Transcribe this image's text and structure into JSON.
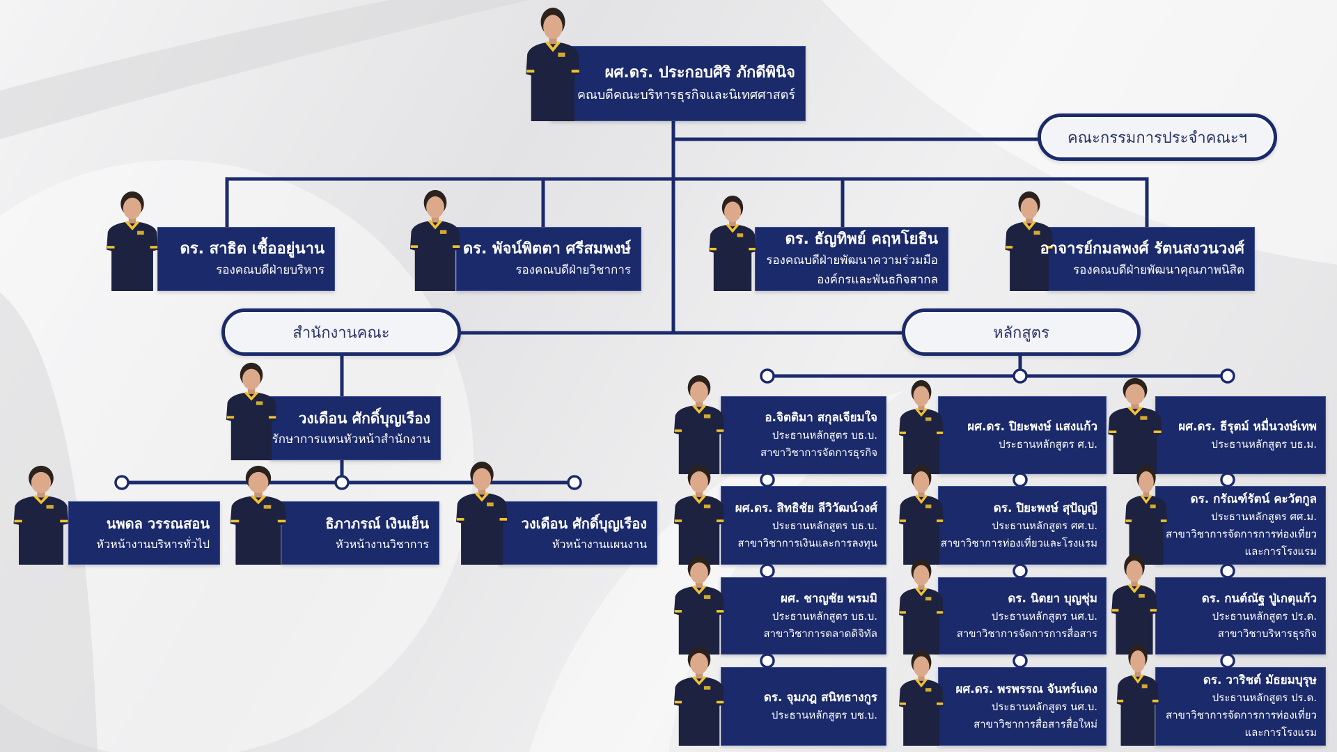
{
  "dean": {
    "name": "ผศ.ดร. ประกอบศิริ ภักดีพินิจ",
    "title": "คณบดีคณะบริหารธุรกิจและนิเทศศาสตร์"
  },
  "committee": {
    "label": "คณะกรรมการประจำคณะฯ"
  },
  "deputies": [
    {
      "name": "ดร. สาธิต เชื้ออยู่นาน",
      "lines": [
        "รองคณบดีฝ่ายบริหาร"
      ]
    },
    {
      "name": "ดร. พัจน์พิตตา ศรีสมพงษ์",
      "lines": [
        "รองคณบดีฝ่ายวิชาการ"
      ]
    },
    {
      "name": "ดร. ธัญทิพย์ คฤหโยธิน",
      "lines": [
        "รองคณบดีฝ่ายพัฒนาความร่วมมือ",
        "องค์กรและพันธกิจสากล"
      ]
    },
    {
      "name": "อาจารย์กมลพงศ์ รัตนสงวนวงศ์",
      "lines": [
        "รองคณบดีฝ่ายพัฒนาคุณภาพนิสิต"
      ]
    }
  ],
  "office": {
    "label": "สำนักงานคณะ",
    "head": {
      "name": "วงเดือน ศักดิ์บุญเรือง",
      "title": "รักษาการแทนหัวหน้าสำนักงาน"
    },
    "staff": [
      {
        "name": "นพดล วรรณสอน",
        "title": "หัวหน้างานบริหารทั่วไป"
      },
      {
        "name": "ธิภาภรณ์ เงินเย็น",
        "title": "หัวหน้างานวิชาการ"
      },
      {
        "name": "วงเดือน ศักดิ์บุญเรือง",
        "title": "หัวหน้างานแผนงาน"
      }
    ]
  },
  "programs": {
    "label": "หลักสูตร",
    "columns": [
      [
        {
          "name": "อ.จิตติมา สกุลเจียมใจ",
          "lines": [
            "ประธานหลักสูตร บธ.บ.",
            "สาขาวิชาการจัดการธุรกิจ"
          ]
        },
        {
          "name": "ผศ.ดร. สิทธิชัย ลีวิวัฒน์วงศ์",
          "lines": [
            "ประธานหลักสูตร บธ.บ.",
            "สาขาวิชาการเงินและการลงทุน"
          ]
        },
        {
          "name": "ผศ. ชาญชัย พรมมิ",
          "lines": [
            "ประธานหลักสูตร บธ.บ.",
            "สาขาวิชาการตลาดดิจิทัล"
          ]
        },
        {
          "name": "ดร. จุมภฎ สนิทธางกูร",
          "lines": [
            "ประธานหลักสูตร บช.บ."
          ]
        }
      ],
      [
        {
          "name": "ผศ.ดร. ปิยะพงษ์ แสงแก้ว",
          "lines": [
            "ประธานหลักสูตร ศ.บ."
          ]
        },
        {
          "name": "ดร. ปิยะพงษ์ สุปัญญี",
          "lines": [
            "ประธานหลักสูตร ศศ.บ.",
            "สาขาวิชาการท่องเที่ยวและโรงแรม"
          ]
        },
        {
          "name": "ดร. นิตยา บุญชุ่ม",
          "lines": [
            "ประธานหลักสูตร นศ.บ.",
            "สาขาวิชาการจัดการการสื่อสาร"
          ]
        },
        {
          "name": "ผศ.ดร. พรพรรณ จันทร์แดง",
          "lines": [
            "ประธานหลักสูตร นศ.บ.",
            "สาขาวิชาการสื่อสารสื่อใหม่"
          ]
        }
      ],
      [
        {
          "name": "ผศ.ดร. ธีรุตม์ หมื่นวงษ์เทพ",
          "lines": [
            "ประธานหลักสูตร บธ.ม."
          ]
        },
        {
          "name": "ดร. กรัณฑ์รัตน์ คะวัตกูล",
          "lines": [
            "ประธานหลักสูตร ศศ.ม.",
            "สาขาวิชาการจัดการการท่องเที่ยว",
            "และการโรงแรม"
          ]
        },
        {
          "name": "ดร. กนต์ณัฐ ปู่เกตุแก้ว",
          "lines": [
            "ประธานหลักสูตร ปร.ด.",
            "สาขาวิชาบริหารธุรกิจ"
          ]
        },
        {
          "name": "ดร. วาริชต์ มัธยมบุรุษ",
          "lines": [
            "ประธานหลักสูตร ปร.ด.",
            "สาขาวิชาการจัดการการท่องเที่ยว",
            "และการโรงแรม"
          ]
        }
      ]
    ]
  },
  "colors": {
    "box": "#1b2a6b",
    "line": "#1b2a6b",
    "pill_fill": "#f3f4f7",
    "shirt": "#1c2240",
    "collar": "#f2c230"
  }
}
